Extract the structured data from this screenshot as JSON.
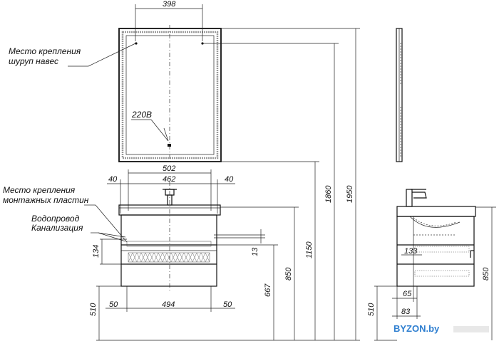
{
  "labels": {
    "mirror_mount_line1": "Место крепления",
    "mirror_mount_line2": "шуруп навес",
    "voltage": "220В",
    "cabinet_mount_line1": "Место крепления",
    "cabinet_mount_line2": "монтажных пластин",
    "plumbing_line1": "Водопровод",
    "plumbing_line2": "Канализация"
  },
  "dimensions": {
    "mirror_width": "398",
    "basin_width": "502",
    "inner_width": "462",
    "side_left": "40",
    "side_right": "40",
    "mount_height": "134",
    "pipe_offset": "13",
    "height_1950": "1950",
    "height_1860": "1860",
    "height_1150": "1150",
    "height_850_front": "850",
    "height_667": "667",
    "height_510_front": "510",
    "bottom_left": "50",
    "bottom_middle": "494",
    "bottom_right": "50",
    "side_133": "133",
    "side_65": "65",
    "side_83": "83",
    "side_510": "510",
    "side_850": "850"
  },
  "watermark": "BYZON.by",
  "colors": {
    "line": "#111111",
    "watermark": "#2f7fd0",
    "mirror_light": "#999999"
  }
}
